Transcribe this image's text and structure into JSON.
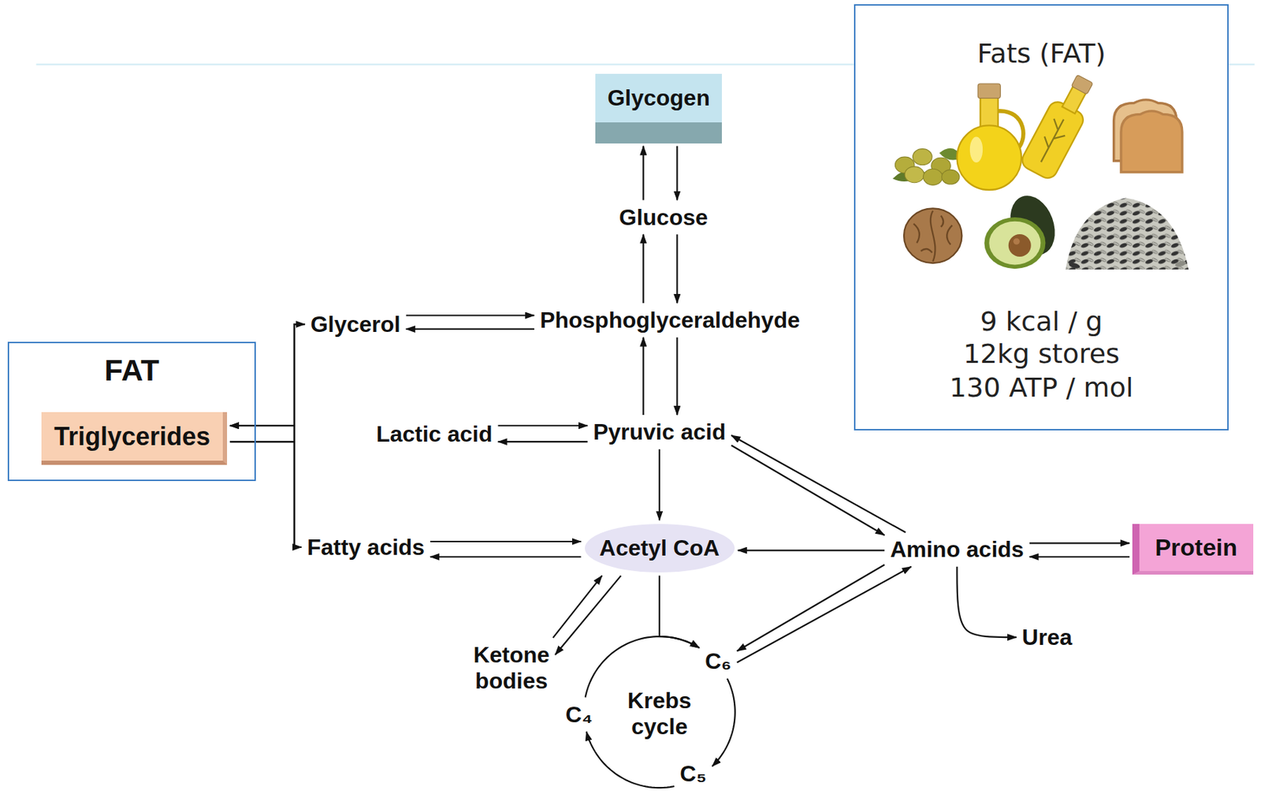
{
  "diagram": {
    "nodes": [
      {
        "text": [
          "Fats (FAT)",
          "9 kcal / g",
          "12kg stores",
          "130 ATP / mol"
        ]
      },
      {
        "text": [
          "Glycogen"
        ]
      },
      {
        "text": [
          "Glucose"
        ]
      },
      {
        "text": [
          "Glycerol"
        ]
      },
      {
        "text": [
          "Phosphoglyceraldehyde"
        ]
      },
      {
        "text": [
          "FAT"
        ]
      },
      {
        "text": [
          "Triglycerides"
        ],
        "in": 5
      },
      {
        "text": [
          "Lactic acid"
        ]
      },
      {
        "text": [
          "Pyruvic acid"
        ]
      },
      {
        "text": [
          "Fatty acids"
        ]
      },
      {
        "text": [
          "Acetyl CoA"
        ]
      },
      {
        "text": [
          "Amino acids"
        ]
      },
      {
        "text": [
          "Protein"
        ]
      },
      {
        "text": [
          "Urea"
        ]
      },
      {
        "text": [
          "Ketone bodies"
        ]
      },
      {
        "text": [
          "C₆"
        ]
      },
      {
        "text": [
          "Krebs cycle"
        ]
      },
      {
        "text": [
          "C₄"
        ]
      },
      {
        "text": [
          "C₅"
        ]
      }
    ],
    "edges": [
      {
        "from": 2,
        "to": 1,
        "arrow": "to"
      },
      {
        "from": 1,
        "to": 2,
        "arrow": "to"
      },
      {
        "from": 4,
        "to": 2,
        "arrow": "to"
      },
      {
        "from": 2,
        "to": 4,
        "arrow": "to"
      },
      {
        "from": 8,
        "to": 4,
        "arrow": "to"
      },
      {
        "from": 4,
        "to": 8,
        "arrow": "to"
      },
      {
        "from": 3,
        "to": 4,
        "arrow": "to"
      },
      {
        "from": 4,
        "to": 3,
        "arrow": "to"
      },
      {
        "from": 3,
        "to": 6,
        "arrow": "to"
      },
      {
        "from": 9,
        "to": 6,
        "arrow": "to"
      },
      {
        "from": 6,
        "to": 3,
        "arrow": "to"
      },
      {
        "from": 6,
        "to": 9,
        "arrow": "to"
      },
      {
        "from": 7,
        "to": 8,
        "arrow": "to"
      },
      {
        "from": 8,
        "to": 7,
        "arrow": "to"
      },
      {
        "from": 8,
        "to": 10,
        "arrow": "to"
      },
      {
        "from": 9,
        "to": 10,
        "arrow": "to"
      },
      {
        "from": 10,
        "to": 9,
        "arrow": "to"
      },
      {
        "from": 11,
        "to": 10,
        "arrow": "to"
      },
      {
        "from": 11,
        "to": 8,
        "arrow": "to"
      },
      {
        "from": 8,
        "to": 11,
        "arrow": "to"
      },
      {
        "from": 11,
        "to": 12,
        "arrow": "to"
      },
      {
        "from": 12,
        "to": 11,
        "arrow": "to"
      },
      {
        "from": 11,
        "to": 13,
        "arrow": "to"
      },
      {
        "from": 14,
        "to": 10,
        "arrow": "to"
      },
      {
        "from": 10,
        "to": 14,
        "arrow": "to"
      },
      {
        "from": 10,
        "to": 15,
        "arrow": "to"
      },
      {
        "from": 15,
        "to": 11,
        "arrow": "to"
      },
      {
        "from": 11,
        "to": 15,
        "arrow": "to"
      },
      {
        "from": 15,
        "to": 18,
        "arrow": "to"
      },
      {
        "from": 18,
        "to": 17,
        "arrow": "to"
      },
      {
        "from": 17,
        "to": 15,
        "arrow": "to"
      }
    ]
  }
}
